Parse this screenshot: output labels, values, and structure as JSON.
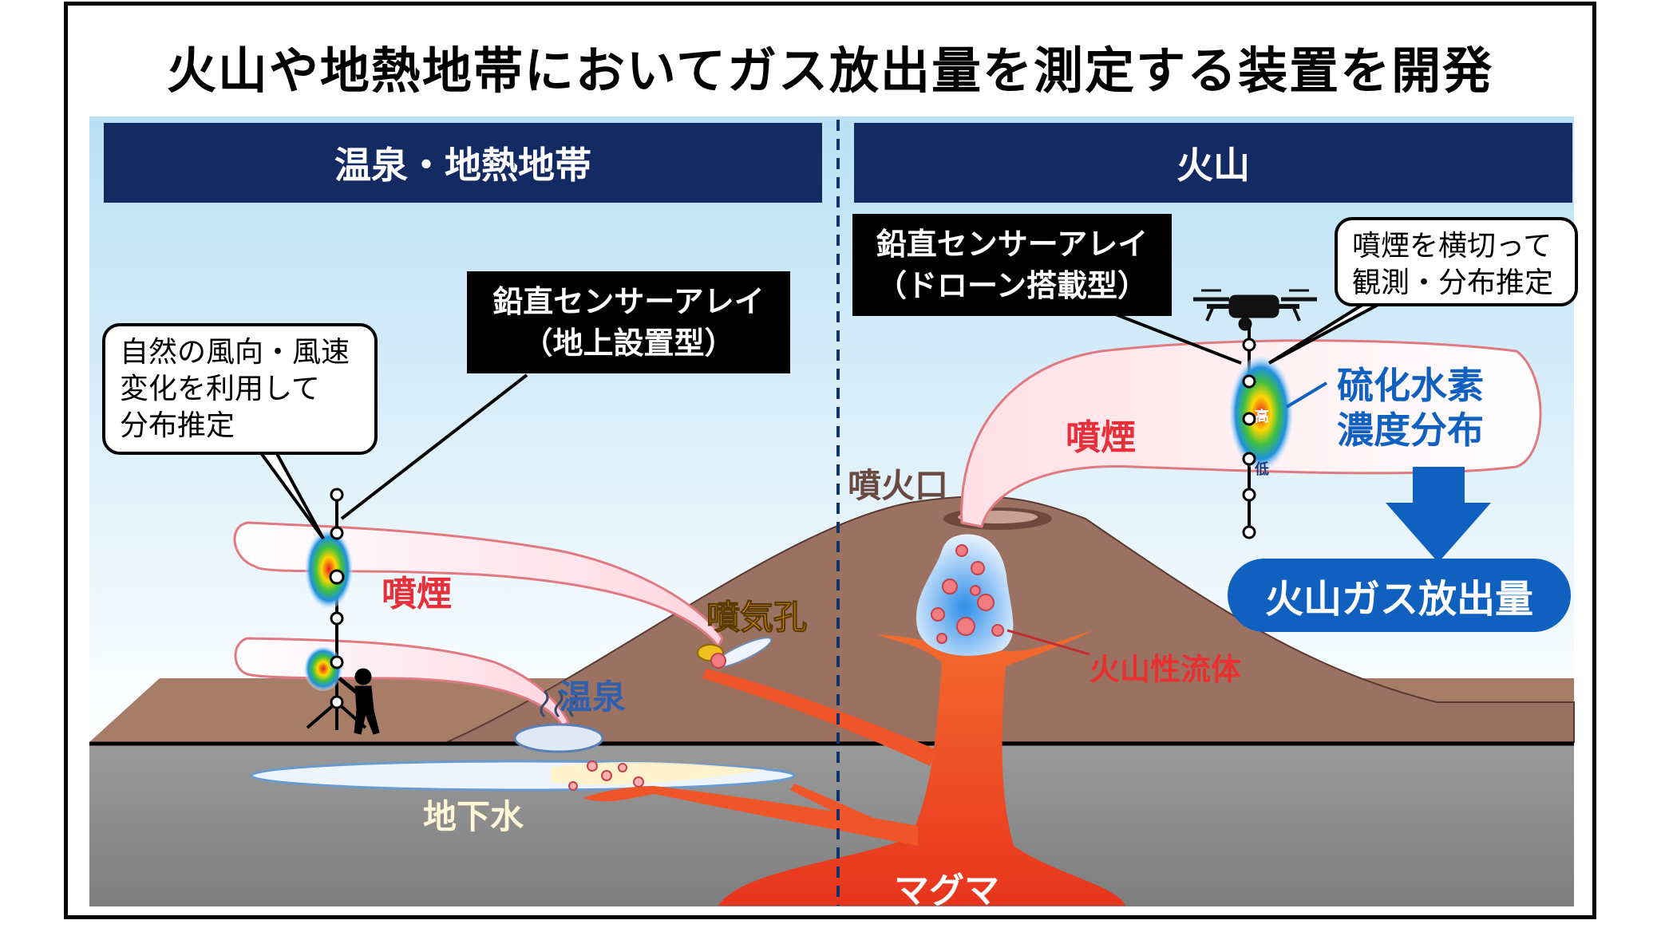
{
  "title": "火山や地熱地帯においてガス放出量を測定する装置を開発",
  "panels": {
    "left": {
      "header": "温泉・地熱地帯"
    },
    "right": {
      "header": "火山"
    }
  },
  "left": {
    "sensor_box": {
      "line1": "鉛直センサーアレイ",
      "line2": "（地上設置型）"
    },
    "callout": {
      "line1": "自然の風向・風速",
      "line2": "変化を利用して",
      "line3": "分布推定"
    },
    "plume_label": "噴煙",
    "fumarole_label": "噴気孔",
    "hotspring_label": "温泉",
    "groundwater_label": "地下水"
  },
  "right": {
    "sensor_box": {
      "line1": "鉛直センサーアレイ",
      "line2": "（ドローン搭載型）"
    },
    "callout": {
      "line1": "噴煙を横切って",
      "line2": "観測・分布推定"
    },
    "plume_label": "噴煙",
    "crater_label": "噴火口",
    "h2s_label": {
      "line1": "硫化水素",
      "line2": "濃度分布"
    },
    "high_label": "高",
    "low_label": "低",
    "fluid_label": "火山性流体",
    "result_label": "火山ガス放出量"
  },
  "magma_label": "マグマ",
  "colors": {
    "header_bg": "#142a63",
    "sky_top": "#b9e0f5",
    "ground_brown": "#a87d68",
    "underground_gray": "#8c8c8c",
    "magma": "#f0552a",
    "plume_fill": "#ffe8ee",
    "plume_outline": "#e07a80",
    "result_blue": "#1060c0",
    "plume_text": "#e8303a",
    "fumarole_text": "#f0a000",
    "hotspring_text": "#3060b0"
  }
}
